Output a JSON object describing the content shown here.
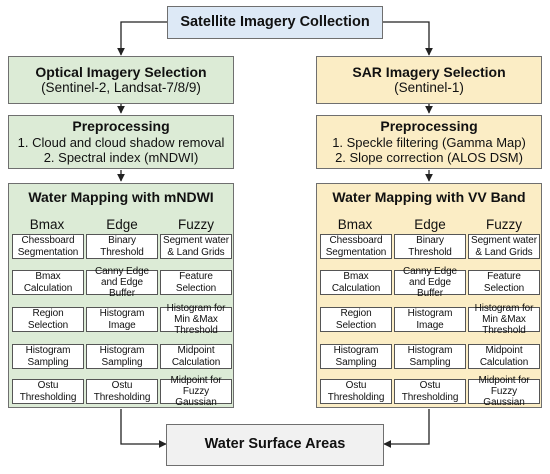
{
  "top": {
    "label": "Satellite Imagery Collection"
  },
  "bottom": {
    "label": "Water Surface Areas"
  },
  "optical": {
    "selection": {
      "title": "Optical Imagery Selection",
      "subtitle": "(Sentinel-2, Landsat-7/8/9)"
    },
    "preprocessing": {
      "title": "Preprocessing",
      "step1": "1. Cloud and cloud shadow removal",
      "step2": "2. Spectral index (mNDWI)"
    },
    "mapping": {
      "title": "Water Mapping with mNDWI",
      "columns": [
        "Bmax",
        "Edge",
        "Fuzzy"
      ],
      "bmax": [
        "Chessboard Segmentation",
        "Bmax Calculation",
        "Region Selection",
        "Histogram Sampling",
        "Ostu Thresholding"
      ],
      "edge": [
        "Binary Threshold",
        "Canny Edge and Edge Buffer",
        "Histogram Image",
        "Histogram Sampling",
        "Ostu Thresholding"
      ],
      "fuzzy": [
        "Segment water & Land Grids",
        "Feature Selection",
        "Histogram for Min &Max Threshold",
        "Midpoint Calculation",
        "Midpoint for Fuzzy Gaussian"
      ]
    }
  },
  "sar": {
    "selection": {
      "title": "SAR Imagery Selection",
      "subtitle": "(Sentinel-1)"
    },
    "preprocessing": {
      "title": "Preprocessing",
      "step1": "1. Speckle filtering (Gamma Map)",
      "step2": "2. Slope correction (ALOS DSM)"
    },
    "mapping": {
      "title": "Water Mapping with VV Band",
      "columns": [
        "Bmax",
        "Edge",
        "Fuzzy"
      ],
      "bmax": [
        "Chessboard Segmentation",
        "Bmax Calculation",
        "Region Selection",
        "Histogram Sampling",
        "Ostu Thresholding"
      ],
      "edge": [
        "Binary Threshold",
        "Canny Edge and Edge Buffer",
        "Histogram Image",
        "Histogram Sampling",
        "Ostu Thresholding"
      ],
      "fuzzy": [
        "Segment water & Land Grids",
        "Feature Selection",
        "Histogram for Min &Max Threshold",
        "Midpoint Calculation",
        "Midpoint for Fuzzy Gaussian"
      ]
    }
  },
  "colors": {
    "top_fill": "#dde9f6",
    "optical_fill": "#dcebd6",
    "sar_fill": "#fbedc5",
    "result_fill": "#f1f1f1",
    "arrow": "#222222"
  }
}
